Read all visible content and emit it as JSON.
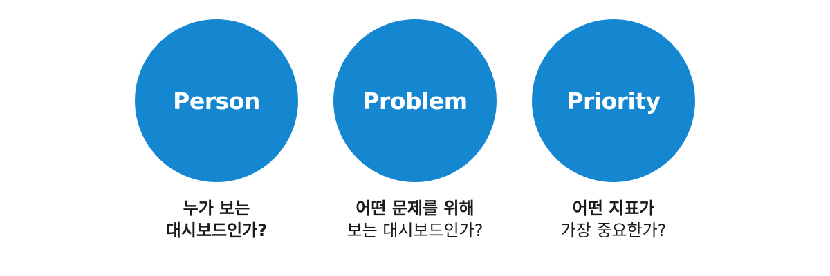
{
  "accent_color": "#1487d0",
  "items": [
    {
      "circle_label": "Person",
      "caption_line1": "누가 보는",
      "caption_line2": "대시보드인가?"
    },
    {
      "circle_label": "Problem",
      "caption_line1": "어떤 문제를 위해",
      "caption_line2": "보는 대시보드인가?"
    },
    {
      "circle_label": "Priority",
      "caption_line1": "어떤 지표가",
      "caption_line2": "가장 중요한가?"
    }
  ]
}
